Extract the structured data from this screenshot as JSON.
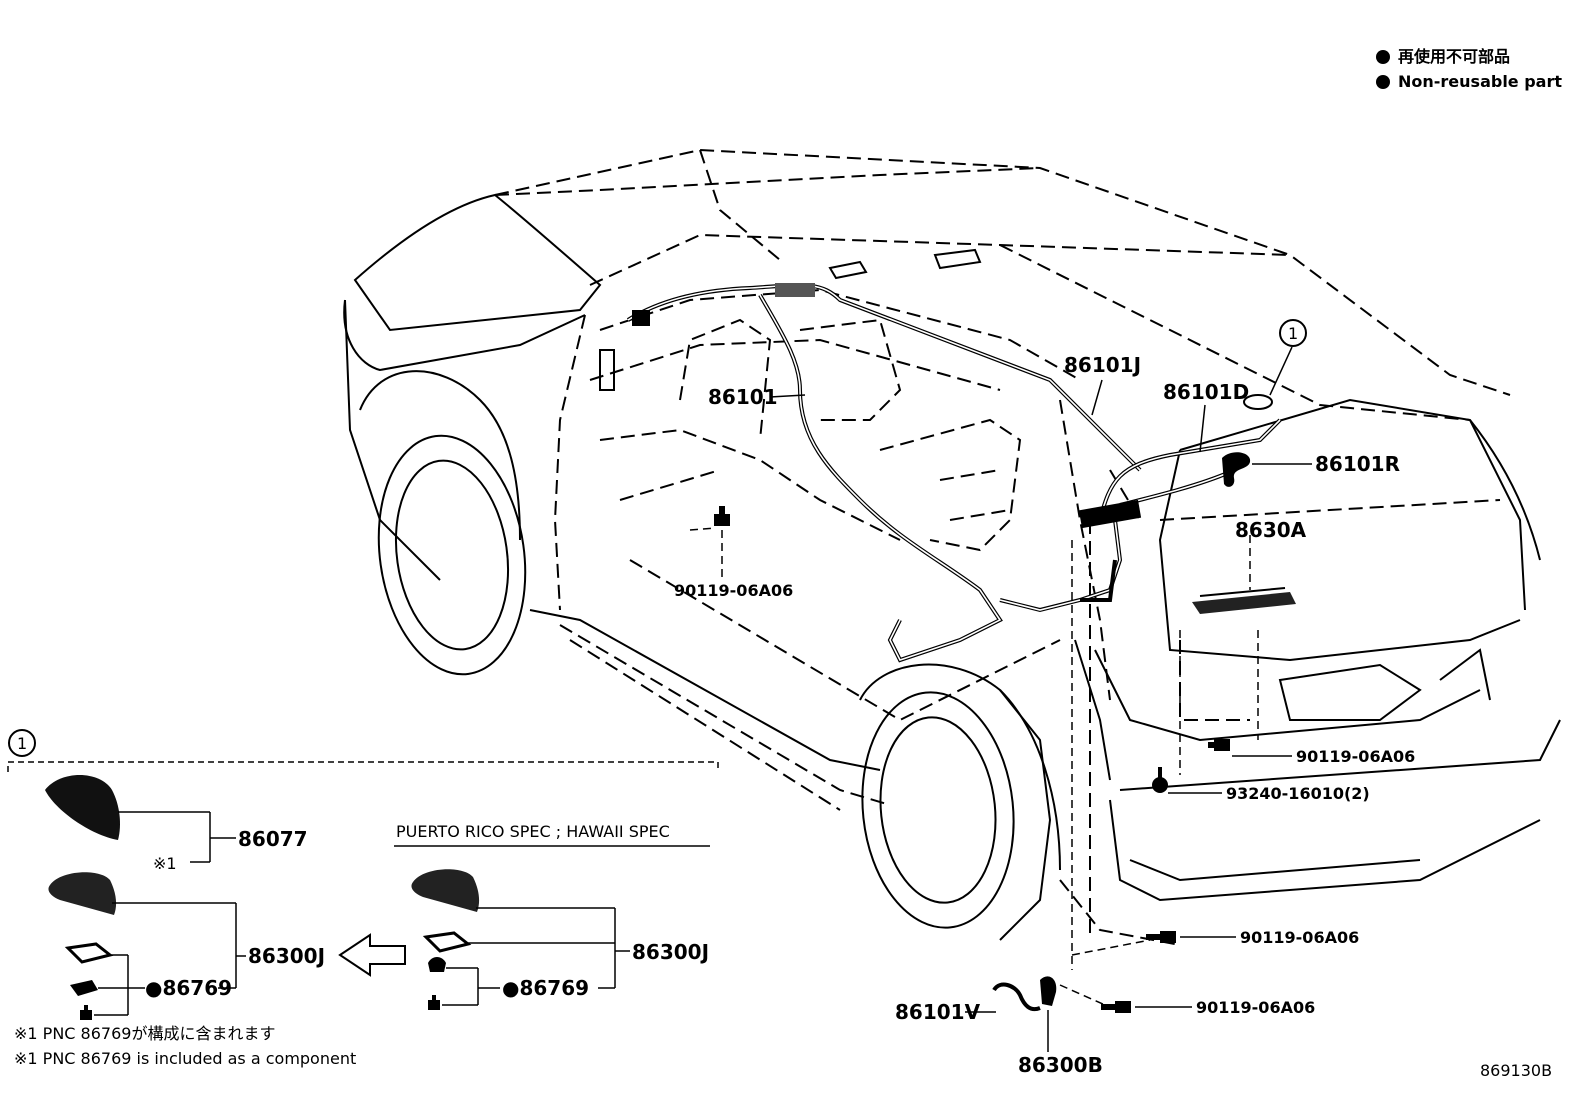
{
  "legend": {
    "jp": "再使用不可部品",
    "en": "Non-reusable part"
  },
  "callouts": {
    "p86101": "86101",
    "p86101J": "86101J",
    "p86101D": "86101D",
    "p86101R": "86101R",
    "p8630A": "8630A",
    "p86101V": "86101V",
    "p86300B": "86300B",
    "p90119_a": "90119-06A06",
    "p90119_b": "90119-06A06",
    "p90119_c": "90119-06A06",
    "p90119_d": "90119-06A06",
    "p93240": "93240-16010(2)"
  },
  "detail": {
    "marker": "1",
    "p86077": "86077",
    "note_ref": "※1",
    "p86300J_left": "86300J",
    "p86769_left": "●86769",
    "spec_label": "PUERTO RICO SPEC ; HAWAII SPEC",
    "p86300J_right": "86300J",
    "p86769_right": "●86769"
  },
  "roof_marker": "1",
  "footnotes": {
    "jp": "※1 PNC 86769が構成に含まれます",
    "en": "※1 PNC 86769 is included as a component"
  },
  "figure_id": "869130B",
  "colors": {
    "ink": "#000000",
    "paper": "#ffffff"
  }
}
